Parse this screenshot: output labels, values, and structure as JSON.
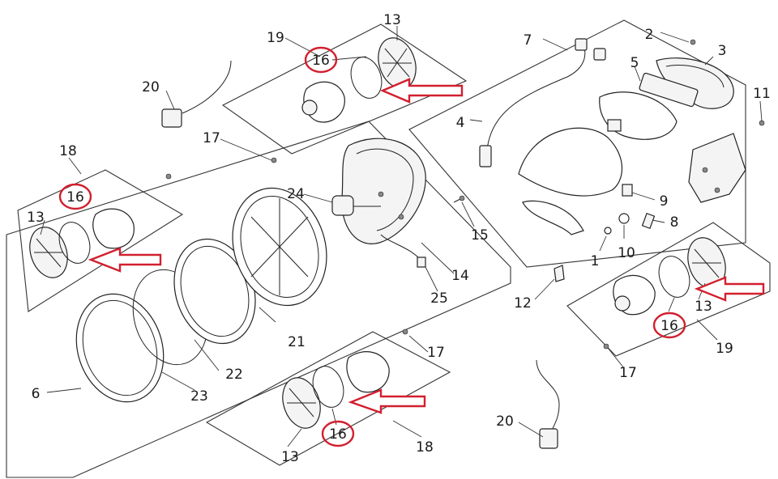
{
  "labels": {
    "l1": "1",
    "l2": "2",
    "l3": "3",
    "l4": "4",
    "l5": "5",
    "l6": "6",
    "l7": "7",
    "l8": "8",
    "l9": "9",
    "l10": "10",
    "l11": "11",
    "l12": "12",
    "l13a": "13",
    "l13b": "13",
    "l13c": "13",
    "l13d": "13",
    "l14": "14",
    "l15": "15",
    "l16a": "16",
    "l16b": "16",
    "l16c": "16",
    "l16d": "16",
    "l17a": "17",
    "l17b": "17",
    "l17c": "17",
    "l18a": "18",
    "l18b": "18",
    "l19a": "19",
    "l19b": "19",
    "l20a": "20",
    "l20b": "20",
    "l21": "21",
    "l22": "22",
    "l23": "23",
    "l24": "24",
    "l25": "25"
  },
  "highlight": {
    "color": "#d2202f",
    "marked_part": "16"
  }
}
